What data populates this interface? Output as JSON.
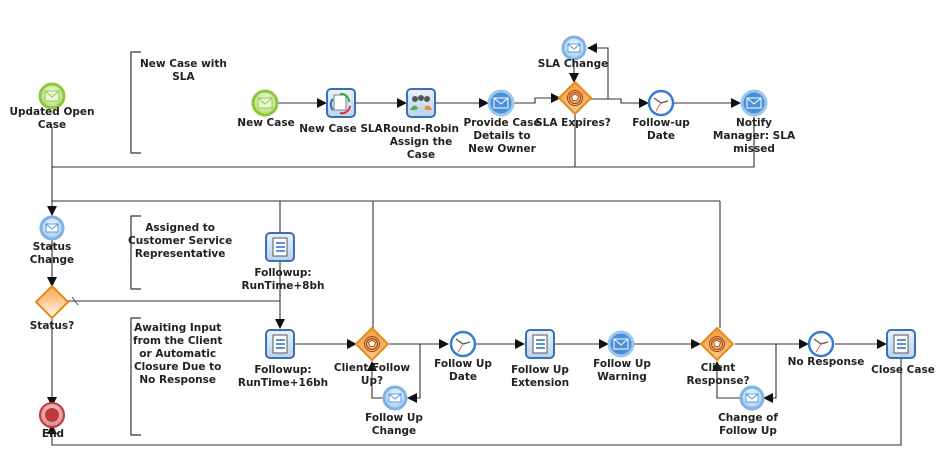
{
  "diagram": {
    "type": "BPMN process flow",
    "annotations": [
      {
        "id": "ann-new-case-sla",
        "text": "New Case with\nSLA"
      },
      {
        "id": "ann-assigned-csr",
        "text": "Assigned to\nCustomer Service\nRepresentative"
      },
      {
        "id": "ann-awaiting-input",
        "text": "Awaiting Input\nfrom the Client\nor Automatic\nClosure Due to\nNo Response"
      }
    ],
    "nodes": [
      {
        "id": "updated-open-case",
        "kind": "start-message",
        "label": "Updated Open\nCase"
      },
      {
        "id": "new-case",
        "kind": "start-message",
        "label": "New Case"
      },
      {
        "id": "new-case-sla",
        "kind": "task-script",
        "label": "New Case SLA"
      },
      {
        "id": "round-robin",
        "kind": "task-user",
        "label": "Round-Robin\nAssign the\nCase"
      },
      {
        "id": "provide-case-details",
        "kind": "intermediate-message-send",
        "label": "Provide Case\nDetails to\nNew Owner"
      },
      {
        "id": "sla-expires",
        "kind": "gateway-event",
        "label": "SLA Expires?"
      },
      {
        "id": "sla-change",
        "kind": "intermediate-message",
        "label": "SLA Change"
      },
      {
        "id": "follow-up-date-top",
        "kind": "intermediate-timer",
        "label": "Follow-up\nDate"
      },
      {
        "id": "notify-manager",
        "kind": "intermediate-message-send",
        "label": "Notify\nManager: SLA\nmissed"
      },
      {
        "id": "status-change",
        "kind": "intermediate-message",
        "label": "Status\nChange"
      },
      {
        "id": "status-gateway",
        "kind": "gateway-exclusive",
        "label": "Status?"
      },
      {
        "id": "end",
        "kind": "end",
        "label": "End"
      },
      {
        "id": "followup-8bh",
        "kind": "task-checklist",
        "label": "Followup:\nRunTime+8bh"
      },
      {
        "id": "followup-16bh",
        "kind": "task-checklist",
        "label": "Followup:\nRunTime+16bh"
      },
      {
        "id": "client-follow-up",
        "kind": "gateway-event",
        "label": "Client Follow\nUp?"
      },
      {
        "id": "follow-up-change",
        "kind": "intermediate-message",
        "label": "Follow Up\nChange"
      },
      {
        "id": "follow-up-date",
        "kind": "intermediate-timer",
        "label": "Follow Up\nDate"
      },
      {
        "id": "follow-up-extension",
        "kind": "task-checklist",
        "label": "Follow Up\nExtension"
      },
      {
        "id": "follow-up-warning",
        "kind": "intermediate-message-send",
        "label": "Follow Up\nWarning"
      },
      {
        "id": "client-response",
        "kind": "gateway-event",
        "label": "Client\nResponse?"
      },
      {
        "id": "change-of-follow-up",
        "kind": "intermediate-message",
        "label": "Change of\nFollow Up"
      },
      {
        "id": "no-response",
        "kind": "intermediate-timer",
        "label": "No Response"
      },
      {
        "id": "close-case",
        "kind": "task-checklist",
        "label": "Close Case"
      }
    ],
    "colors": {
      "start_green": "#8dc63f",
      "event_blue": "#4a90d9",
      "gateway_orange": "#e8891c",
      "end_red": "#c0393b",
      "task_border": "#3c6fb3",
      "line": "#333333"
    }
  }
}
